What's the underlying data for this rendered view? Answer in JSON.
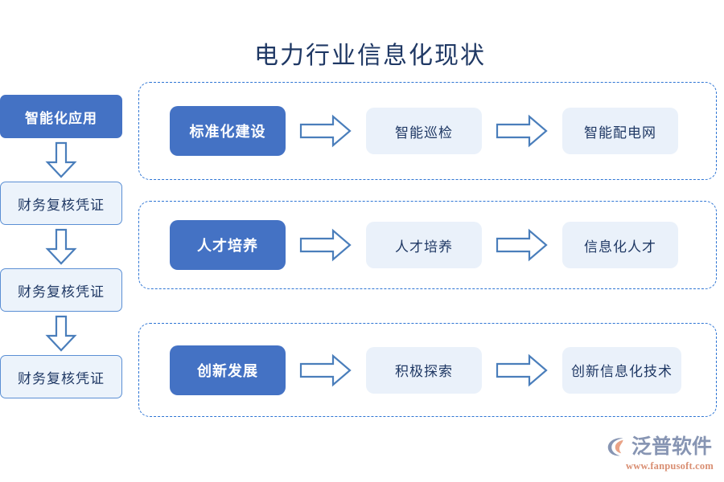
{
  "title": "电力行业信息化现状",
  "colors": {
    "primary_fill": "#4472c4",
    "soft_fill": "#eaf1fa",
    "ghost_fill": "#ecf3fb",
    "text_navy": "#1f3864",
    "dashed_border": "#2e75d4",
    "arrow_stroke": "#4a7ebb",
    "logo_text": "#8795b3",
    "logo_url": "#d98e72"
  },
  "left_chain": {
    "items": [
      {
        "label": "智能化应用",
        "style": "primary"
      },
      {
        "label": "财务复核凭证",
        "style": "ghost"
      },
      {
        "label": "财务复核凭证",
        "style": "ghost"
      },
      {
        "label": "财务复核凭证",
        "style": "ghost"
      }
    ],
    "arrow_icon": "arrow-down-icon"
  },
  "groups": [
    {
      "id": "row-1",
      "nodes": [
        {
          "label": "标准化建设",
          "style": "primary"
        },
        {
          "label": "智能巡检",
          "style": "soft"
        },
        {
          "label": "智能配电网",
          "style": "soft"
        }
      ],
      "arrow_icon": "arrow-right-icon"
    },
    {
      "id": "row-2",
      "nodes": [
        {
          "label": "人才培养",
          "style": "primary"
        },
        {
          "label": "人才培养",
          "style": "soft"
        },
        {
          "label": "信息化人才",
          "style": "soft"
        }
      ],
      "arrow_icon": "arrow-right-icon"
    },
    {
      "id": "row-3",
      "nodes": [
        {
          "label": "创新发展",
          "style": "primary"
        },
        {
          "label": "积极探索",
          "style": "soft"
        },
        {
          "label": "创新信息化技术",
          "style": "soft"
        }
      ],
      "arrow_icon": "arrow-right-icon"
    }
  ],
  "watermark": {
    "name": "泛普软件",
    "url": "www.fanpusoft.com",
    "logo_icon": "fanpu-logo-icon"
  }
}
